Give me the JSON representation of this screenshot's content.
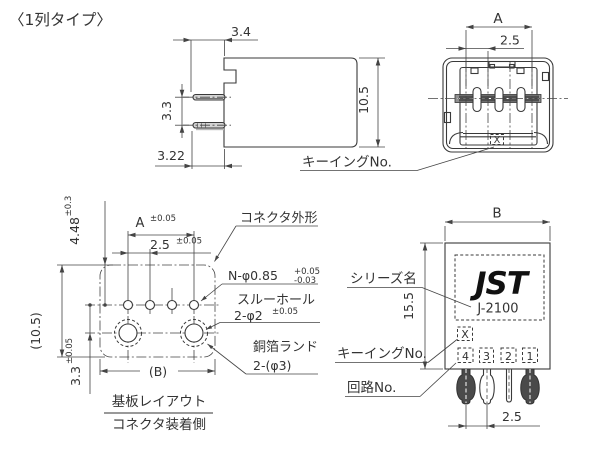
{
  "title": "〈1列タイプ〉",
  "side_view": {
    "dim_top": "3.4",
    "dim_pin_gap": "3.3",
    "dim_bottom": "3.22",
    "dim_height": "10.5"
  },
  "front_view": {
    "dim_width": "A",
    "dim_pitch": "2.5",
    "keying_label": "キーイングNo.",
    "keying_mark": "X"
  },
  "pcb_view": {
    "dim_a": "A",
    "dim_a_tol": "±0.05",
    "dim_pitch": "2.5",
    "dim_pitch_tol": "±0.05",
    "dim_top": "4.48",
    "dim_top_tol": "±0.3",
    "dim_height": "(10.5)",
    "dim_row_gap": "3.3",
    "dim_row_gap_tol": "±0.05",
    "dim_width": "(B)",
    "label_outline": "コネクタ外形",
    "label_pin_holes": "N-φ0.85",
    "label_pin_holes_tol_plus": "+0.05",
    "label_pin_holes_tol_minus": "-0.03",
    "label_through_hole_1": "スルーホール",
    "label_through_hole_2": "2-φ2",
    "label_through_hole_tol": "±0.05",
    "label_land_1": "銅箔ランド",
    "label_land_2": "2-(φ3)",
    "caption_line1": "基板レイアウト",
    "caption_line2": "コネクタ装着側"
  },
  "back_view": {
    "dim_width": "B",
    "dim_height": "15.5",
    "dim_pitch": "2.5",
    "logo": "JST",
    "series_no": "J-2100",
    "keying_mark": "X",
    "circuit_numbers": [
      "4",
      "3",
      "2",
      "1"
    ],
    "label_series": "シリーズ名",
    "label_keying": "キーイングNo.",
    "label_circuit": "回路No."
  }
}
